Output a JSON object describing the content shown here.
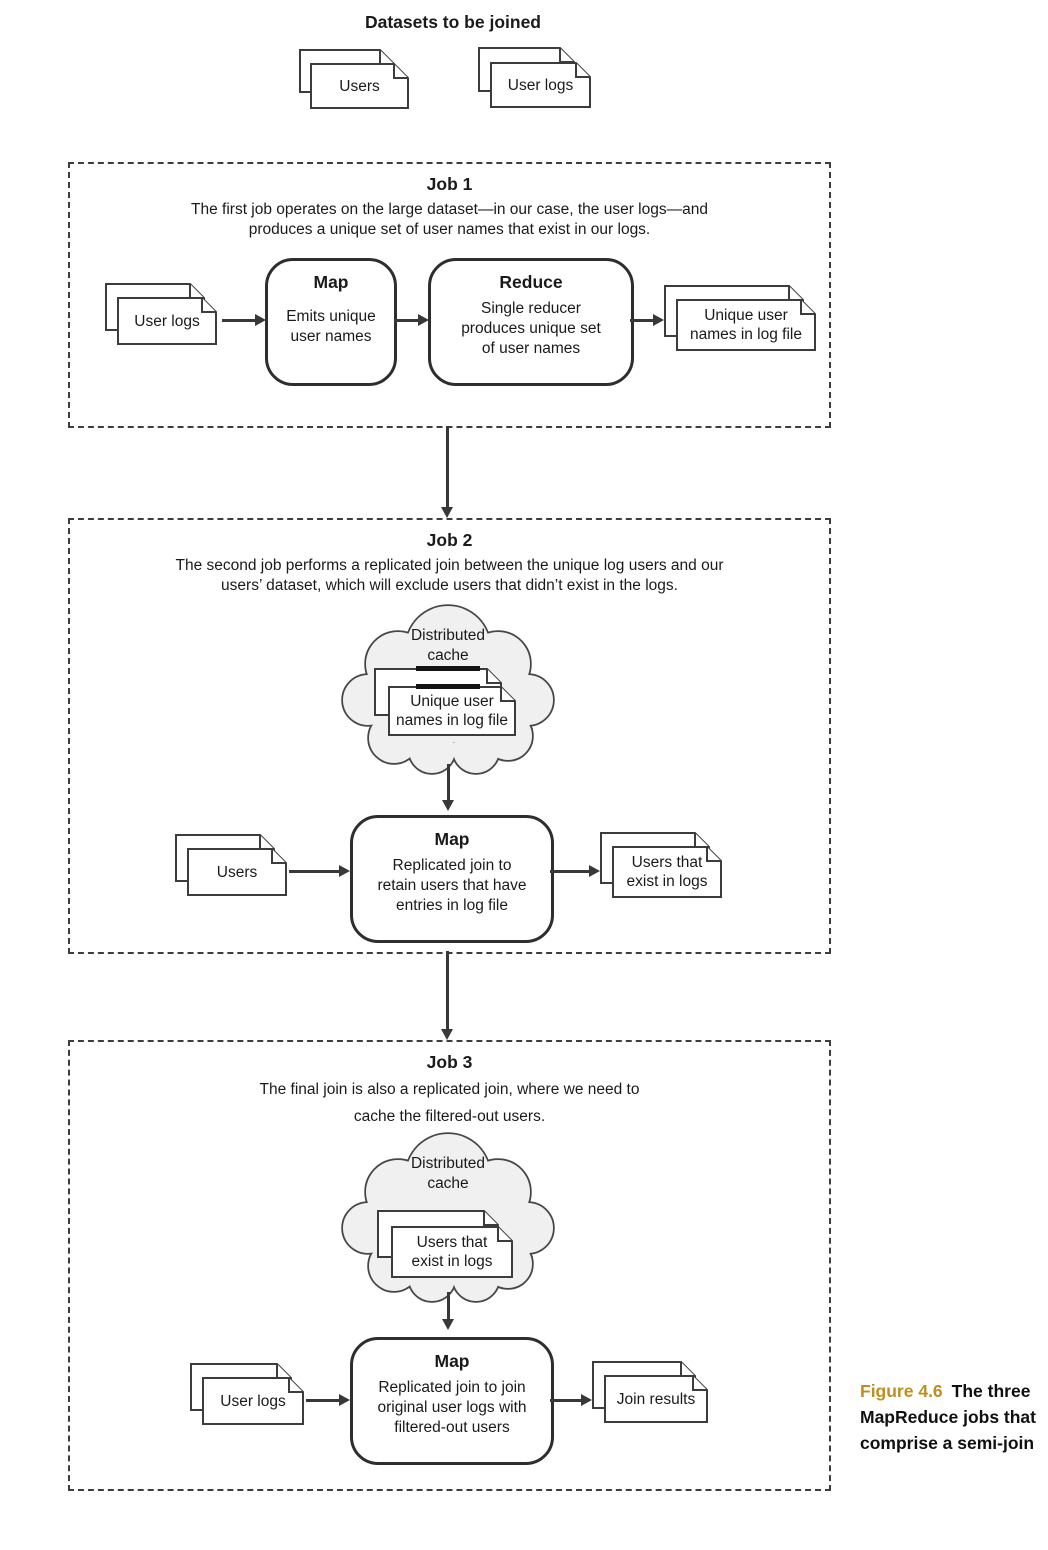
{
  "page": {
    "title": "Datasets to be joined"
  },
  "datasets": {
    "users": "Users",
    "user_logs": "User logs"
  },
  "job1": {
    "title": "Job 1",
    "desc_line1": "The first job operates on the large dataset—in our case, the user logs—and",
    "desc_line2": "produces a unique set of user names that exist in our logs.",
    "input_doc": "User logs",
    "map": {
      "title": "Map",
      "body_line1": "Emits unique",
      "body_line2": "user names"
    },
    "reduce": {
      "title": "Reduce",
      "body_line1": "Single reducer",
      "body_line2": "produces unique set",
      "body_line3": "of user names"
    },
    "output_doc_line1": "Unique user",
    "output_doc_line2": "names in log file"
  },
  "job2": {
    "title": "Job 2",
    "desc_line1": "The second job performs a replicated join between the unique log users and our",
    "desc_line2": "users’ dataset, which will exclude users that didn’t exist in the logs.",
    "cache": {
      "label_line1": "Distributed",
      "label_line2": "cache",
      "doc_line1": "Unique user",
      "doc_line2": "names in log file"
    },
    "input_doc": "Users",
    "map": {
      "title": "Map",
      "body_line1": "Replicated join to",
      "body_line2": "retain users that have",
      "body_line3": "entries in log file"
    },
    "output_doc_line1": "Users that",
    "output_doc_line2": "exist in logs"
  },
  "job3": {
    "title": "Job 3",
    "desc_line1": "The final join is also a replicated join, where we need to",
    "desc_line2": "cache the filtered-out users.",
    "cache": {
      "label_line1": "Distributed",
      "label_line2": "cache",
      "doc_line1": "Users that",
      "doc_line2": "exist in logs"
    },
    "input_doc": "User logs",
    "map": {
      "title": "Map",
      "body_line1": "Replicated join to join",
      "body_line2": "original user logs with",
      "body_line3": "filtered-out users"
    },
    "output_doc": "Join results"
  },
  "caption": {
    "figure_label": "Figure 4.6",
    "text": "The three MapReduce jobs that comprise a semi-join"
  },
  "colors": {
    "figure_label_gold": "#bf8e1f",
    "cloud_fill": "#f0f0f0",
    "line_dark": "#383838"
  }
}
